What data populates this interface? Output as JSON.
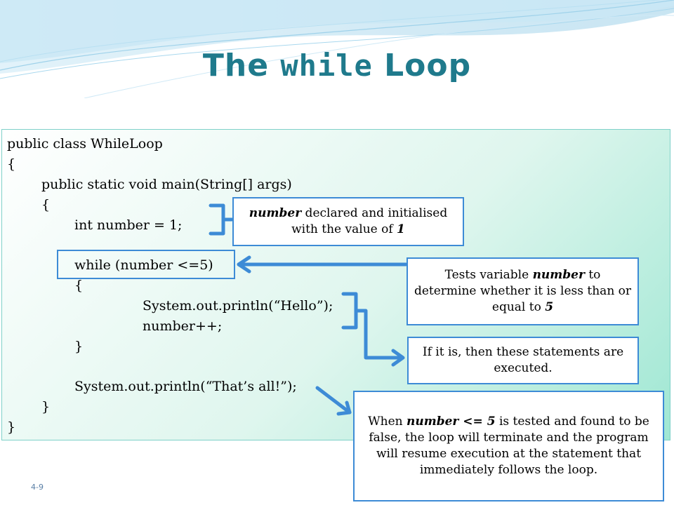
{
  "slide": {
    "title_prefix": "The",
    "title_keyword": "while",
    "title_suffix": "Loop",
    "page_number": "4-9"
  },
  "code": {
    "lines": [
      "public class WhileLoop",
      "{",
      "public static void main(String[] args)",
      "{",
      "int number = 1;",
      "while (number <=5)",
      "{",
      "System.out.println(“Hello”);",
      "number++;",
      "}",
      "System.out.println(“That’s all!”);",
      "}",
      "}"
    ]
  },
  "callouts": {
    "declared": {
      "emph_var": "number",
      "text_mid": " declared and initialised with the value of ",
      "emph_val": "1"
    },
    "tests": {
      "text_a": "Tests variable ",
      "emph_var": "number",
      "text_b": " to determine whether it is less than or equal to ",
      "emph_val": "5"
    },
    "executed": {
      "text": "If it is, then these statements are executed."
    },
    "terminate": {
      "text_a": "When ",
      "emph_cond": "number <= 5",
      "text_b": " is tested and found to be false, the loop will terminate and the program will resume execution at the statement that immediately follows the loop."
    }
  },
  "colors": {
    "title": "#1f7a8c",
    "accent_blue": "#3d8bd6",
    "box_gradient_end": "#9fe7d3"
  }
}
